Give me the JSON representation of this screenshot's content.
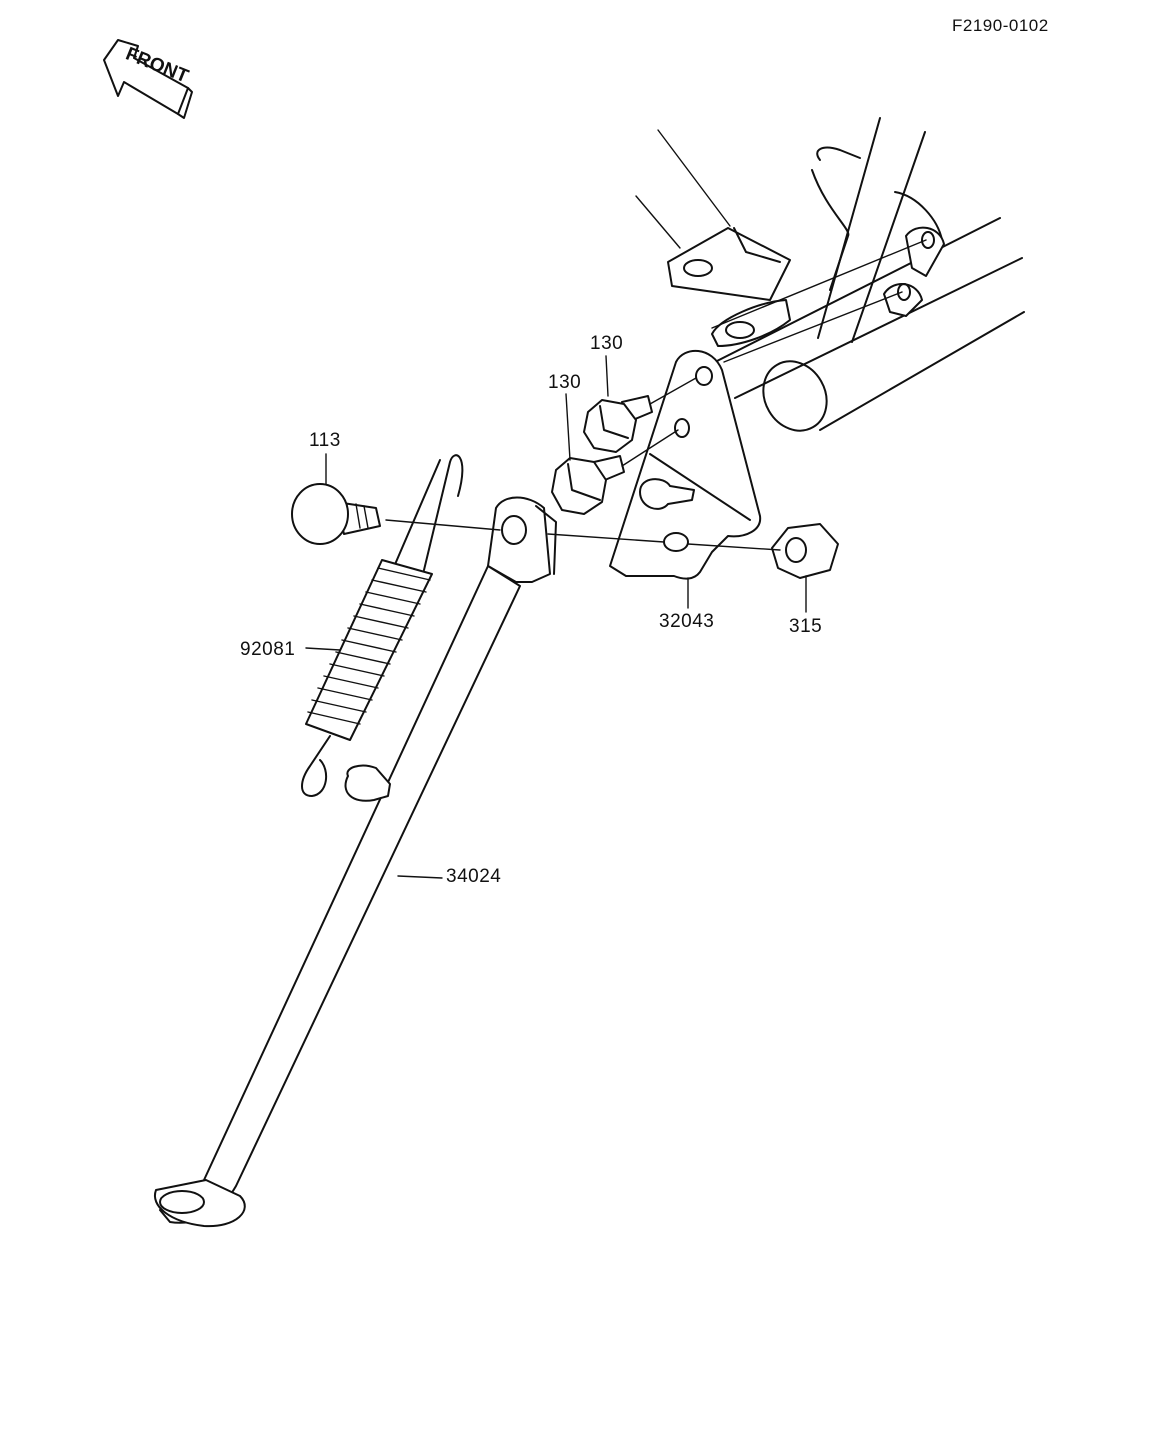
{
  "document_id": "F2190-0102",
  "front_arrow": {
    "label": "FRONT",
    "icon": "front-arrow-icon"
  },
  "callouts": [
    {
      "id": "bolt-130-upper",
      "part_number": "130"
    },
    {
      "id": "bolt-130-lower",
      "part_number": "130"
    },
    {
      "id": "pin-113",
      "part_number": "113"
    },
    {
      "id": "spring-92081",
      "part_number": "92081"
    },
    {
      "id": "bracket-32043",
      "part_number": "32043"
    },
    {
      "id": "nut-315",
      "part_number": "315"
    },
    {
      "id": "side-stand-34024",
      "part_number": "34024"
    }
  ]
}
